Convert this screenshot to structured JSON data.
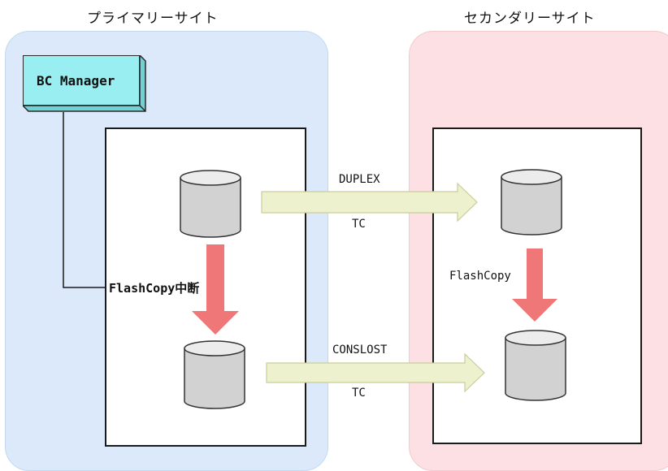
{
  "sites": {
    "primary": {
      "title": "プライマリーサイト"
    },
    "secondary": {
      "title": "セカンダリーサイト"
    }
  },
  "bc_manager": {
    "label": "BC Manager"
  },
  "connections": {
    "primary_flashcopy_label": "FlashCopy中断",
    "secondary_flashcopy_label": "FlashCopy",
    "tc_upper": {
      "state": "DUPLEX",
      "type": "TC"
    },
    "tc_lower": {
      "state": "CONSLOST",
      "type": "TC"
    }
  },
  "colors": {
    "primary_site": "#dbe9fb",
    "secondary_site": "#fde0e3",
    "bc_manager": "#98eef0",
    "tc_arrow": "#eef1cd",
    "flashcopy_arrow": "#f07777",
    "volume": "#d2d2d2"
  }
}
